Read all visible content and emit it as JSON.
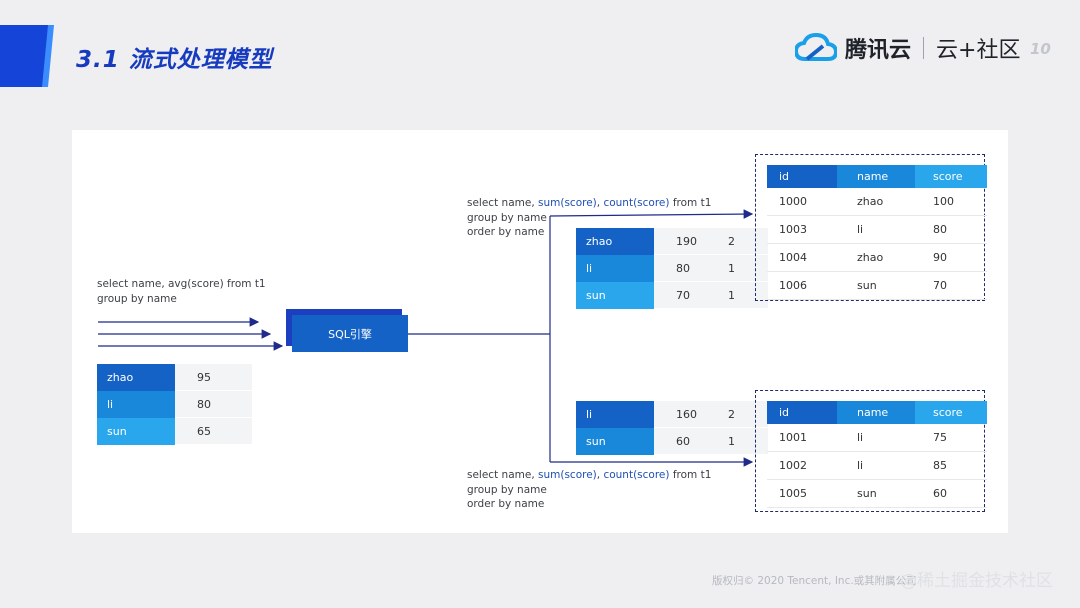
{
  "header": {
    "title": "3.1  流式处理模型",
    "brand": "腾讯云",
    "sub_brand": "云+社区",
    "page_number": "10"
  },
  "input": {
    "query": [
      "select name, avg(score) from t1",
      "group by name"
    ],
    "rows": [
      {
        "name": "zhao",
        "value": "95"
      },
      {
        "name": "li",
        "value": "80"
      },
      {
        "name": "sun",
        "value": "65"
      }
    ]
  },
  "engine": {
    "label": "SQL引擎"
  },
  "branch_top": {
    "query": {
      "l1_pre": "select name, ",
      "l1_a": "sum(score)",
      "l1_mid": ", ",
      "l1_b": "count(score)",
      "l1_post": " from t1",
      "l2": "group by name",
      "l3": "order by name"
    },
    "rows": [
      {
        "name": "zhao",
        "sum": "190",
        "count": "2"
      },
      {
        "name": "li",
        "sum": "80",
        "count": "1"
      },
      {
        "name": "sun",
        "sum": "70",
        "count": "1"
      }
    ]
  },
  "branch_bottom": {
    "query": {
      "l1_pre": "select name, ",
      "l1_a": "sum(score)",
      "l1_mid": ", ",
      "l1_b": "count(score)",
      "l1_post": " from t1",
      "l2": "group by name",
      "l3": "order by name"
    },
    "rows": [
      {
        "name": "li",
        "sum": "160",
        "count": "2"
      },
      {
        "name": "sun",
        "sum": "60",
        "count": "1"
      }
    ]
  },
  "result_top": {
    "headers": [
      "id",
      "name",
      "score"
    ],
    "rows": [
      [
        "1000",
        "zhao",
        "100"
      ],
      [
        "1003",
        "li",
        "80"
      ],
      [
        "1004",
        "zhao",
        "90"
      ],
      [
        "1006",
        "sun",
        "70"
      ]
    ]
  },
  "result_bottom": {
    "headers": [
      "id",
      "name",
      "score"
    ],
    "rows": [
      [
        "1001",
        "li",
        "75"
      ],
      [
        "1002",
        "li",
        "85"
      ],
      [
        "1005",
        "sun",
        "60"
      ]
    ]
  },
  "footer": {
    "copyright": "版权归© 2020 Tencent, Inc.或其附属公司",
    "watermark": "@稀土掘金技术社区"
  },
  "colors": {
    "primary": "#1462c6",
    "mid": "#1a88da",
    "light": "#2aa7ec",
    "title": "#173bbf",
    "arrow": "#1f2a8a"
  }
}
